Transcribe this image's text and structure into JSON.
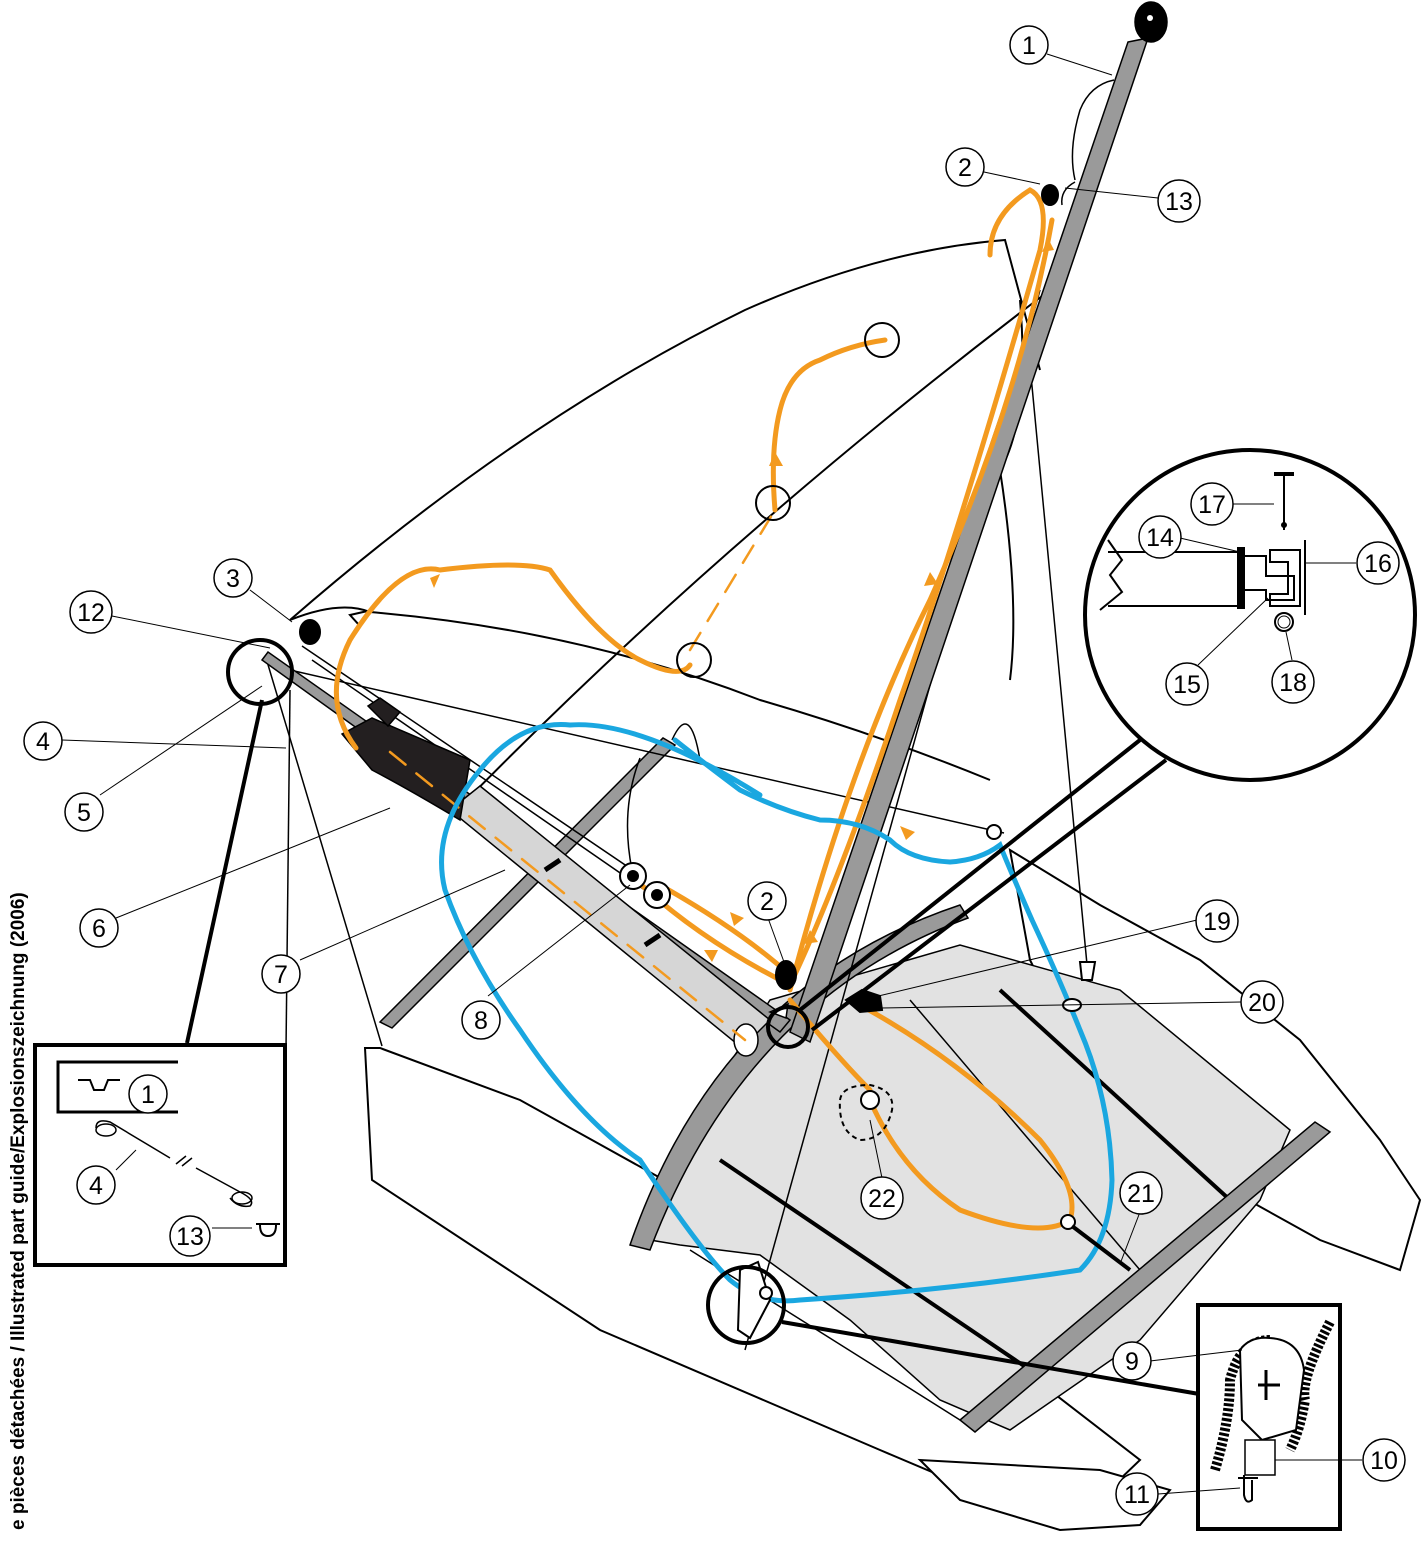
{
  "side_title": "e pièces détachées / Illustrated part guide/Explosionszeichnung (2006)",
  "colors": {
    "halyard_line": "#f39a1f",
    "trapeze_line": "#1aa7e0",
    "frame": "#9a9a9a",
    "trampoline": "#e2e2e2",
    "ink": "#000000",
    "boom_light": "#d6d6d6"
  },
  "callouts": {
    "c1_top": "1",
    "c2_top": "2",
    "c13_top": "13",
    "c3": "3",
    "c12": "12",
    "c4": "4",
    "c5": "5",
    "c6": "6",
    "c7": "7",
    "c8": "8",
    "c2_mid": "2",
    "c19": "19",
    "c20": "20",
    "c22": "22",
    "c21": "21",
    "c14": "14",
    "c15": "15",
    "c16": "16",
    "c17": "17",
    "c18": "18",
    "c9": "9",
    "c10": "10",
    "c11": "11",
    "inset_c1": "1",
    "inset_c4": "4",
    "inset_c13": "13"
  },
  "icons": {
    "side_detail": "magnifier-circle-detail",
    "shackle": "shackle-icon",
    "wire": "shroud-wire-icon"
  }
}
